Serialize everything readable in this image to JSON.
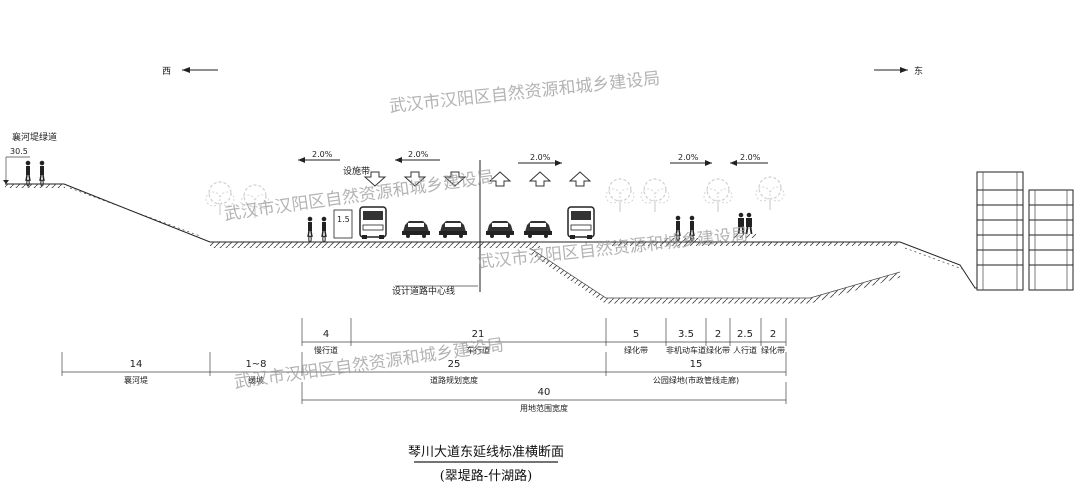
{
  "directions": {
    "west": "西",
    "east": "东"
  },
  "watermark": "武汉市汉阳区自然资源和城乡建设局",
  "labels": {
    "river_greenway": "襄河堤绿道",
    "elevation": "30.5",
    "facility_belt": "设施带",
    "centerline": "设计道路中心线",
    "bike_lane_width": "1.5"
  },
  "slopes": [
    "2.0%",
    "2.0%",
    "2.0%",
    "2.0%",
    "2.0%"
  ],
  "dims_top": [
    {
      "value": "4",
      "label": "慢行道"
    },
    {
      "value": "21",
      "label": "车行道"
    },
    {
      "value": "5",
      "label": "绿化带"
    },
    {
      "value": "3.5",
      "label": "非机动车道"
    },
    {
      "value": "2",
      "label": "绿化带"
    },
    {
      "value": "2.5",
      "label": "人行道"
    },
    {
      "value": "2",
      "label": "绿化带"
    }
  ],
  "dims_mid": [
    {
      "value": "14",
      "label": "襄河堤"
    },
    {
      "value": "1~8",
      "label": "缓坡"
    },
    {
      "value": "25",
      "label": "道路规划宽度"
    },
    {
      "value": "15",
      "label": "公园绿地(市政管线走廊)"
    }
  ],
  "dims_bottom": {
    "value": "40",
    "label": "用地范围宽度"
  },
  "title": "琴川大道东延线标准横断面",
  "subtitle": "(翠堤路-什湖路)",
  "icons": [
    "bicycle-icon",
    "bus-icon",
    "car-icon",
    "pedestrian-icon",
    "tree-icon",
    "building-icon",
    "arrow-icon"
  ]
}
